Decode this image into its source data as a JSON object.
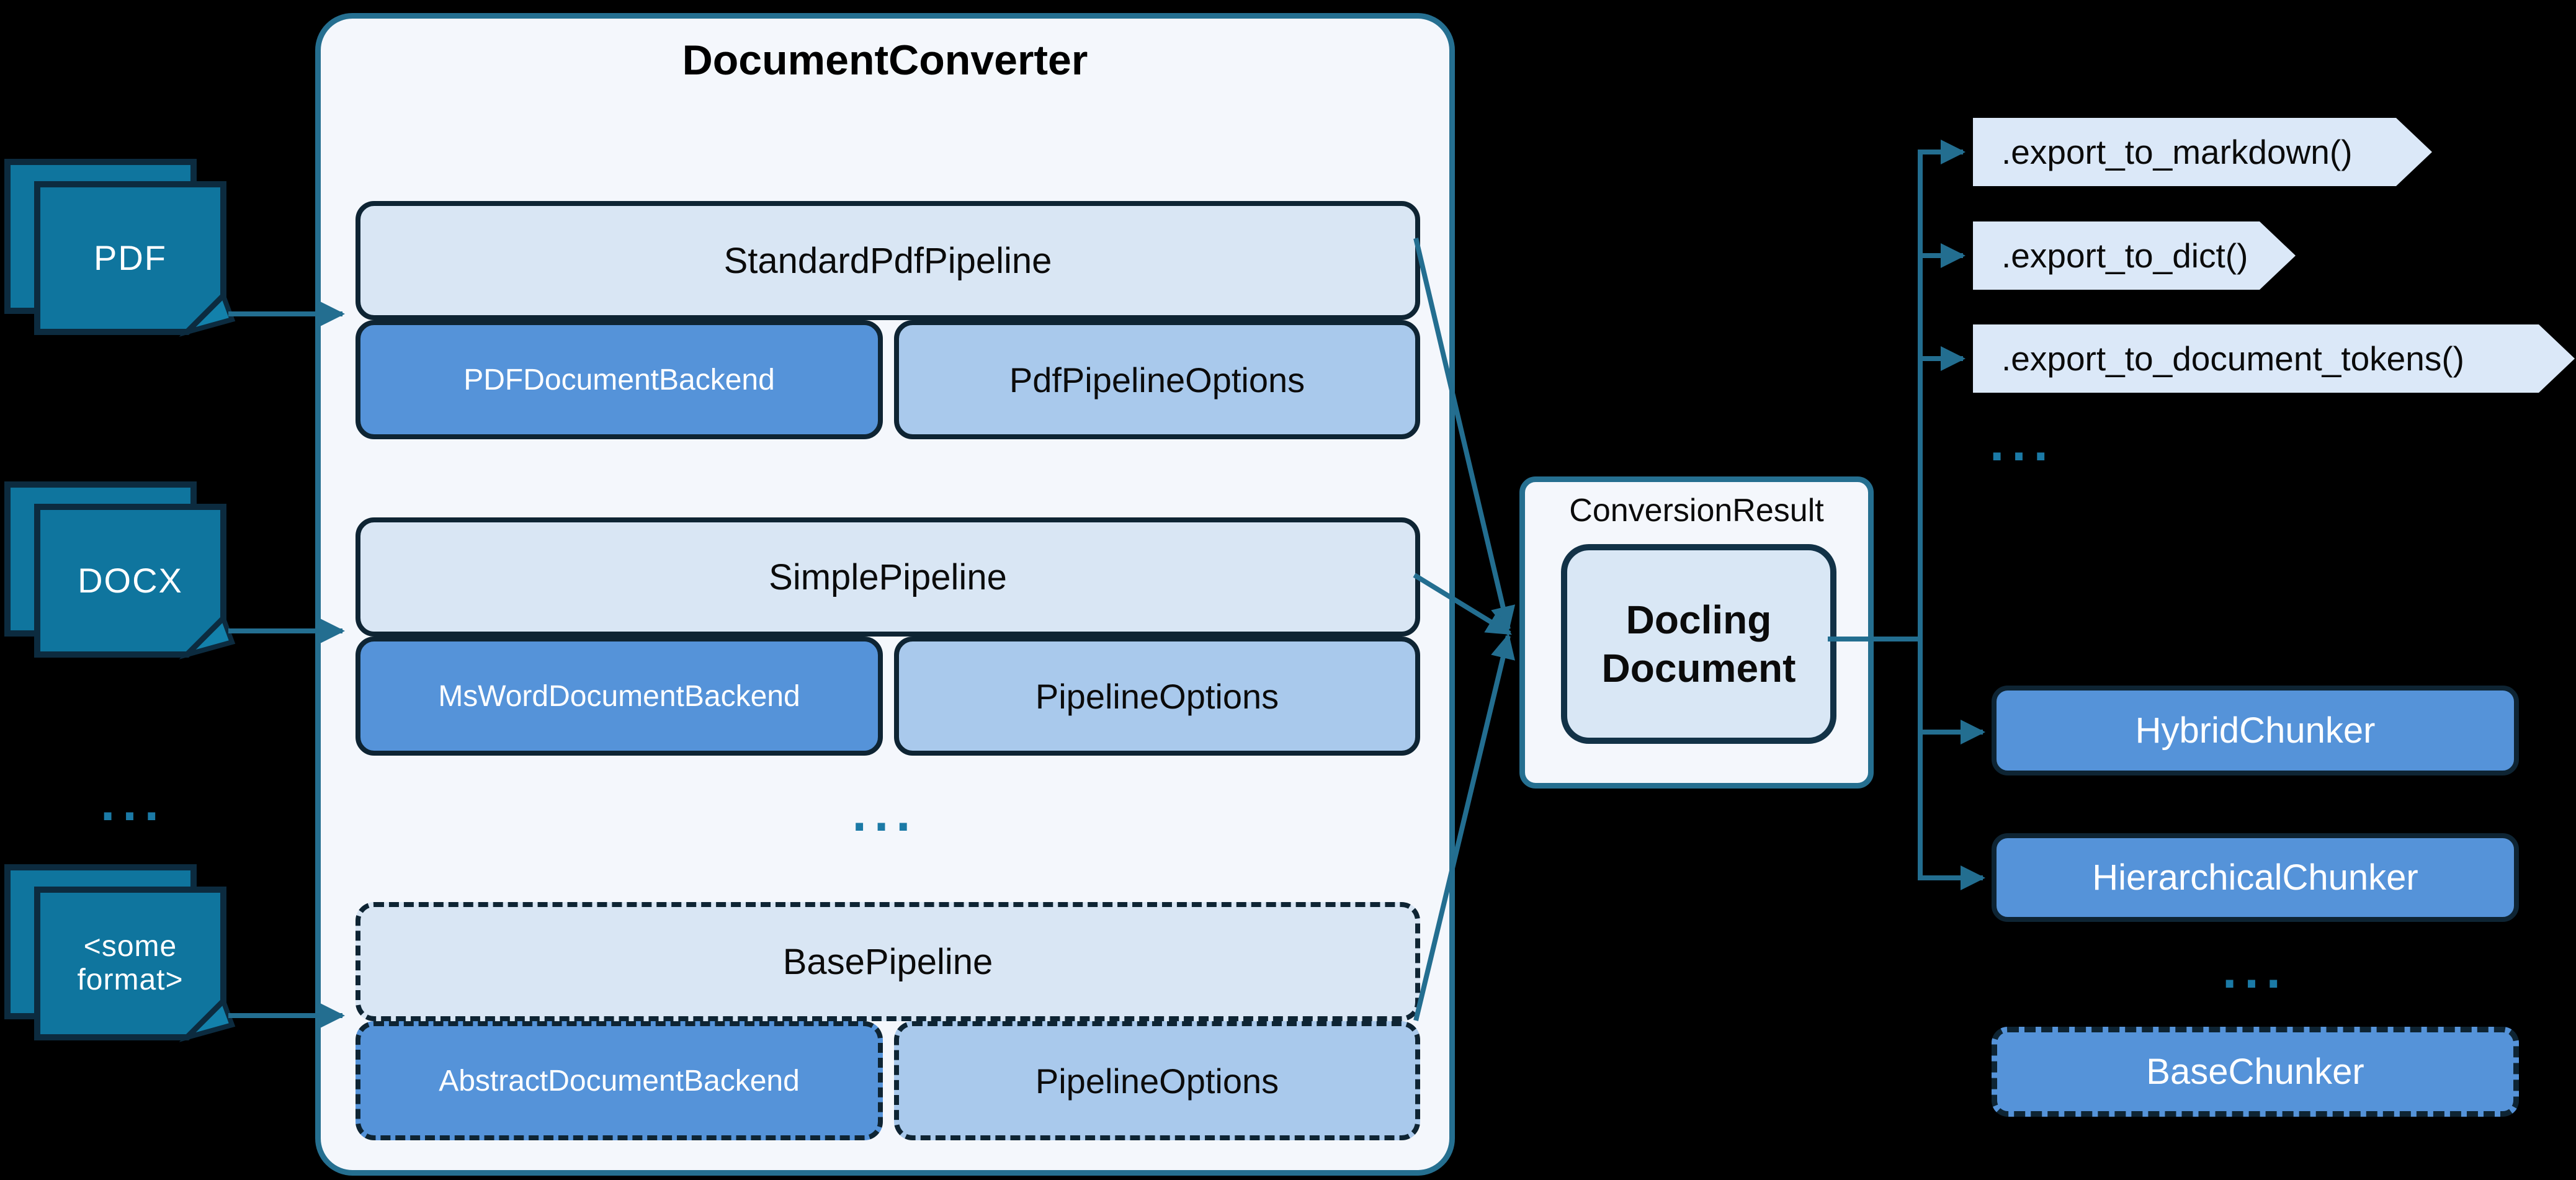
{
  "colors": {
    "background": "#000000",
    "teal_line": "#236e90",
    "icon_fill": "#0f759e",
    "container_fill": "#f4f7fc",
    "header_fill": "#d9e6f4",
    "backend_fill": "#5593d9",
    "options_fill": "#a9c9ec",
    "chevron_fill": "#dbe8f8",
    "dark_border": "#0e2433"
  },
  "inputs": {
    "pdf": "PDF",
    "docx": "DOCX",
    "ellipsis": "...",
    "some_format_line1": "<some",
    "some_format_line2": "format>"
  },
  "converter": {
    "title": "DocumentConverter",
    "ellipsis": "...",
    "pipelines": [
      {
        "name": "StandardPdfPipeline",
        "backend": "PDFDocumentBackend",
        "options": "PdfPipelineOptions"
      },
      {
        "name": "SimplePipeline",
        "backend": "MsWordDocumentBackend",
        "options": "PipelineOptions"
      },
      {
        "name": "BasePipeline",
        "backend": "AbstractDocumentBackend",
        "options": "PipelineOptions"
      }
    ]
  },
  "result": {
    "label": "ConversionResult",
    "doc_line1": "Docling",
    "doc_line2": "Document"
  },
  "exports": {
    "methods": [
      ".export_to_markdown()",
      ".export_to_dict()",
      ".export_to_document_tokens()"
    ],
    "ellipsis": "..."
  },
  "chunkers": {
    "hybrid": "HybridChunker",
    "hierarchical": "HierarchicalChunker",
    "ellipsis": "...",
    "base": "BaseChunker"
  }
}
